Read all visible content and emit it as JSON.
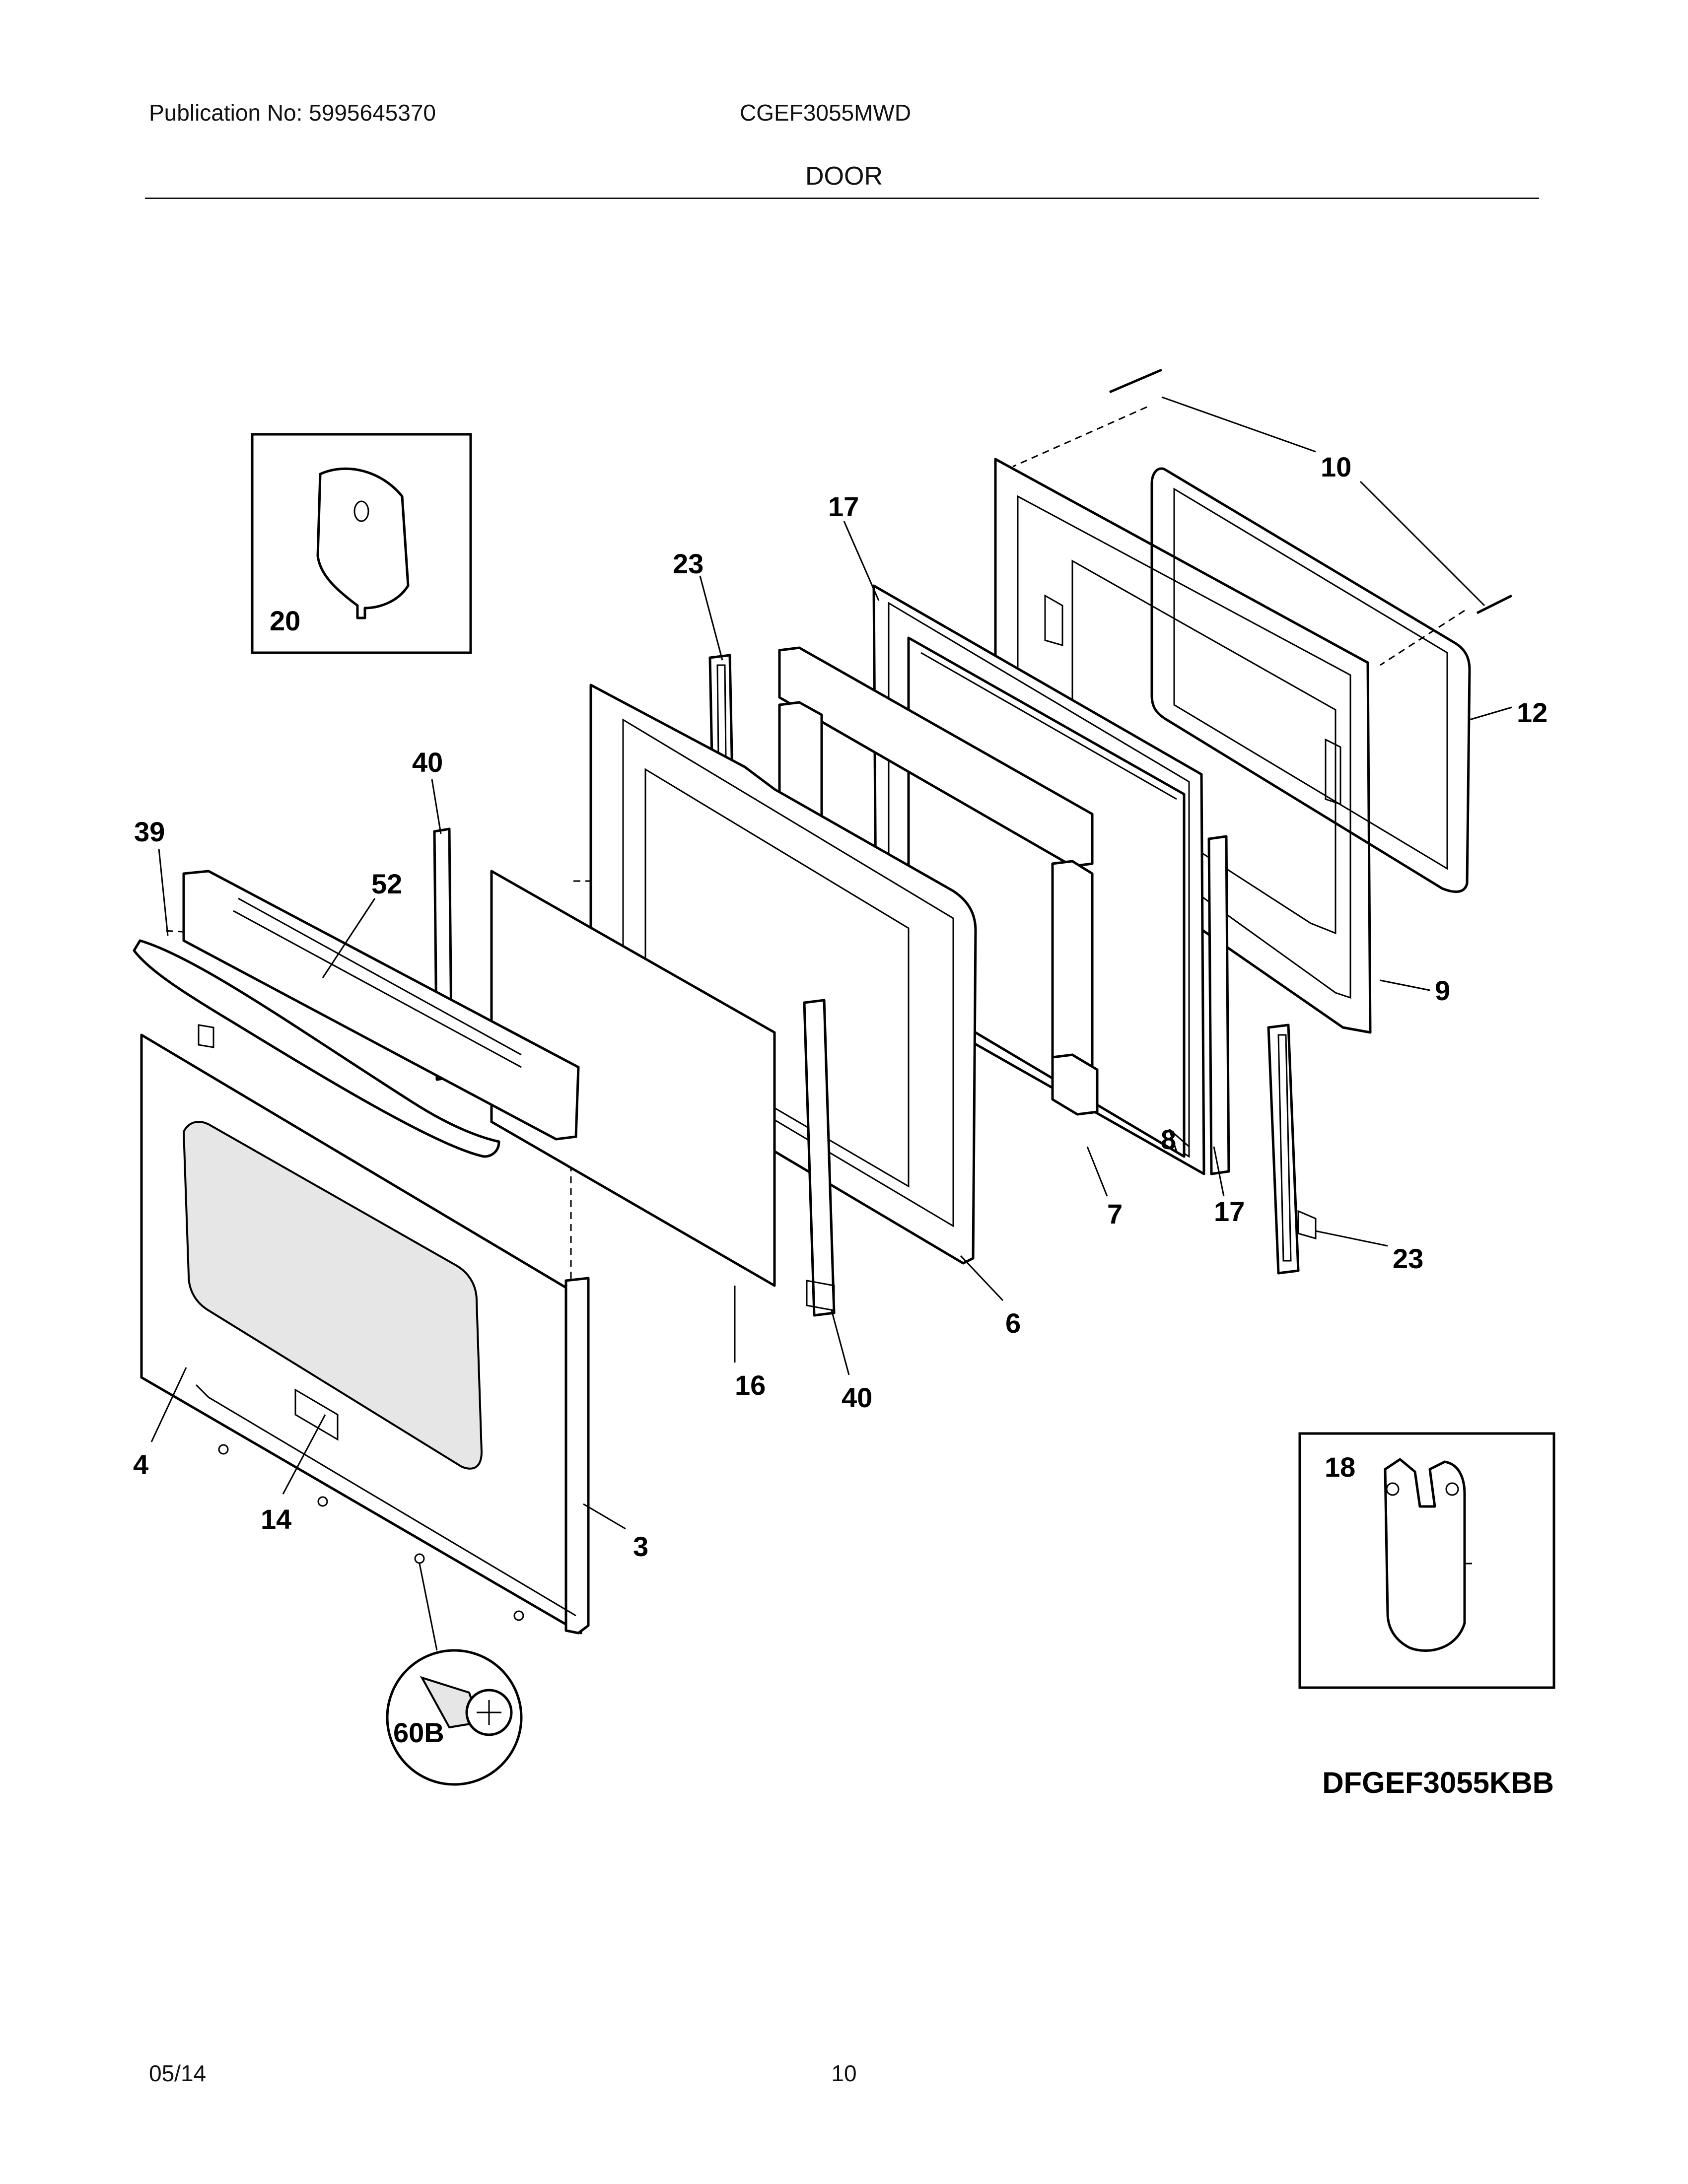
{
  "header": {
    "publication": "Publication No: 5995645370",
    "model": "CGEF3055MWD",
    "section": "DOOR"
  },
  "footer": {
    "date": "05/14",
    "page": "10"
  },
  "diagram_code": "DFGEF3055KBB",
  "part_labels": {
    "p20": "20",
    "p18": "18",
    "p10a": "10",
    "p12": "12",
    "p17a": "17",
    "p23a": "23",
    "p40a": "40",
    "p39": "39",
    "p52": "52",
    "p9": "9",
    "p8": "8",
    "p7": "7",
    "p17b": "17",
    "p23b": "23",
    "p6": "6",
    "p16": "16",
    "p40b": "40",
    "p4": "4",
    "p14": "14",
    "p3": "3",
    "p60b": "60B"
  }
}
